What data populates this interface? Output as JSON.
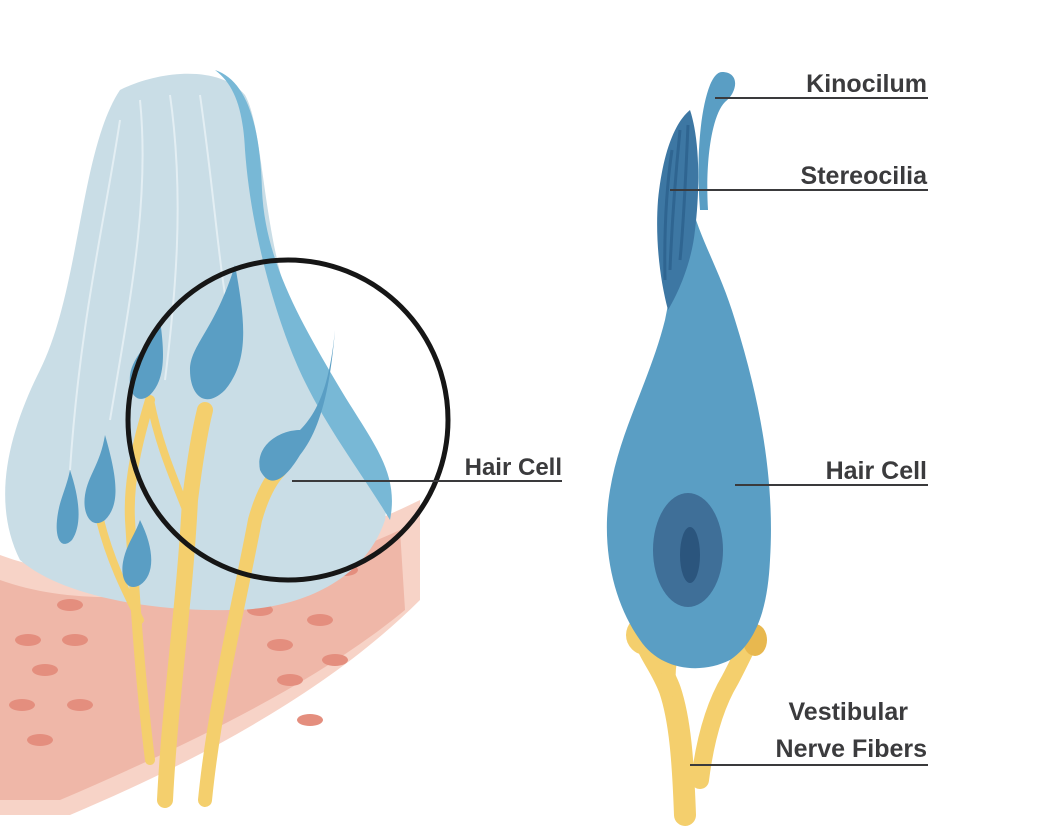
{
  "labels": {
    "kinocilium": "Kinocilum",
    "stereocilia": "Stereocilia",
    "hair_cell_left": "Hair Cell",
    "hair_cell_right": "Hair Cell",
    "vestibular_line1": "Vestibular",
    "vestibular_line2": "Nerve Fibers"
  },
  "colors": {
    "cupula": "#c9dde6",
    "cupula_edge": "#78b8d6",
    "hair_cell": "#5a9ec4",
    "hair_cell_dark": "#3d77a3",
    "nucleus_outer": "#3f6f98",
    "nucleus_inner": "#2b557d",
    "nerve": "#f4cf6d",
    "nerve_dark": "#e8b84f",
    "epithelium": "#efb7a8",
    "epithelium_light": "#f7d3c7",
    "cell_nucleus": "#e48e7e",
    "leader": "#3a3a3c",
    "text": "#3b3b3d"
  }
}
